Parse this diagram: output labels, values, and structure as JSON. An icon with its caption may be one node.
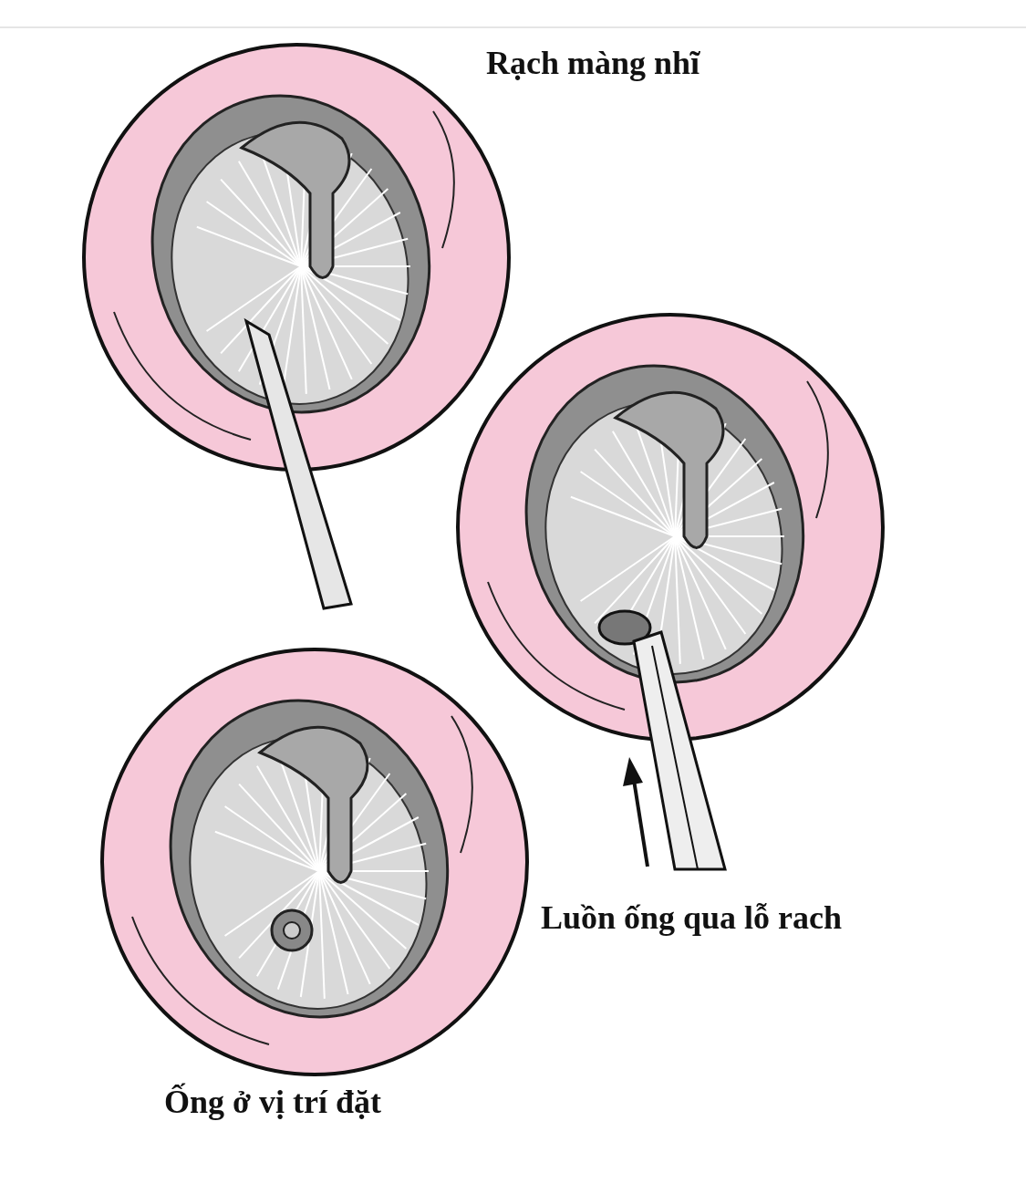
{
  "diagram": {
    "labels": [
      "Rạch màng nhĩ",
      "Luồn ống qua lỗ rach",
      "Ống ở vị trí đặt"
    ]
  }
}
